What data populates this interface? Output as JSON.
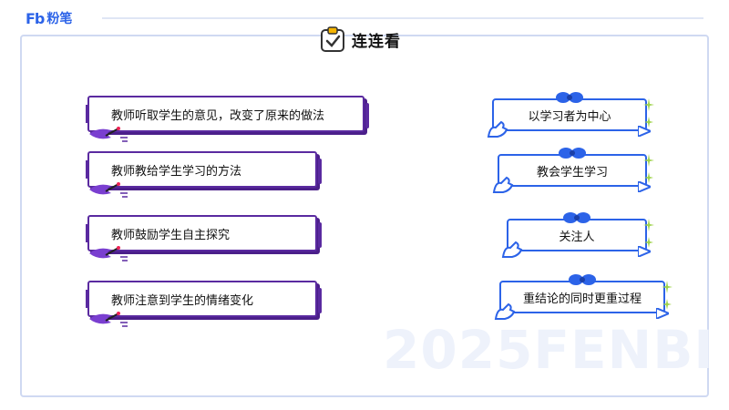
{
  "brand": {
    "mark": "Fb",
    "name": "粉笔"
  },
  "title": "连连看",
  "watermark": "2025FENBI",
  "left_items": [
    "教师听取学生的意见，改变了原来的做法",
    "教师教给学生学习的方法",
    "教师鼓励学生自主探究",
    "教师注意到学生的情绪变化"
  ],
  "right_items": [
    "以学习者为中心",
    "教会学生学习",
    "关注人",
    "重结论的同时更重过程"
  ],
  "colors": {
    "purple": "#5a2aa0",
    "blue": "#2c63e8",
    "frame": "#cfd9f2"
  },
  "icons": {
    "title_icon": "clipboard-check-icon",
    "left_deco": "feather-pen-icon",
    "right_deco": "bow-icon"
  }
}
